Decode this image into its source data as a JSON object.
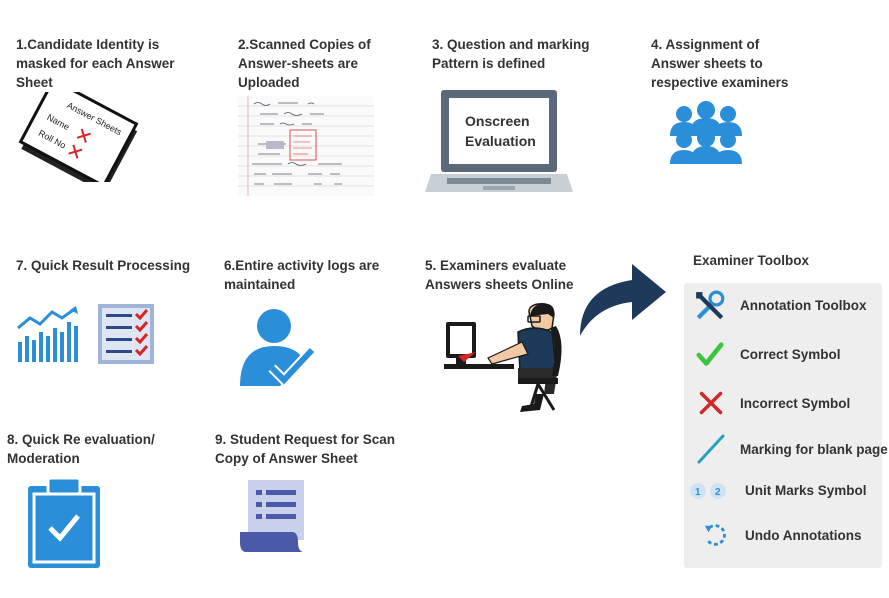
{
  "steps": [
    {
      "id": "s1",
      "text": "1.Candidate Identity is\nmasked for each Answer\nSheet"
    },
    {
      "id": "s2",
      "text": "2.Scanned Copies of\nAnswer-sheets are\nUploaded"
    },
    {
      "id": "s3",
      "text": "3. Question and marking\nPattern is defined"
    },
    {
      "id": "s4",
      "text": "4. Assignment of\nAnswer sheets  to\nrespective examiners"
    },
    {
      "id": "s5",
      "text": "5. Examiners  evaluate\nAnswers sheets Online"
    },
    {
      "id": "s6",
      "text": "6.Entire activity logs are\nmaintained"
    },
    {
      "id": "s7",
      "text": "7. Quick Result Processing"
    },
    {
      "id": "s8",
      "text": "8. Quick Re evaluation/\nModeration"
    },
    {
      "id": "s9",
      "text": "9. Student Request for Scan\nCopy of Answer Sheet"
    }
  ],
  "answer_sheet_icon": {
    "title": "Answer Sheets",
    "name_label": "Name",
    "roll_label": "Roll No"
  },
  "laptop_screen": {
    "line1": "Onscreen",
    "line2": "Evaluation"
  },
  "toolbox": {
    "title": "Examiner Toolbox",
    "items": [
      {
        "label": "Annotation Toolbox",
        "icon": "tools-icon"
      },
      {
        "label": "Correct Symbol",
        "icon": "check-icon"
      },
      {
        "label": "Incorrect Symbol",
        "icon": "cross-icon"
      },
      {
        "label": "Marking for blank page",
        "icon": "slash-icon"
      },
      {
        "label": "Unit Marks Symbol",
        "icon": "unit-marks-icon",
        "badges": [
          "1",
          "2"
        ]
      },
      {
        "label": "Undo Annotations",
        "icon": "undo-icon"
      }
    ]
  },
  "colors": {
    "accent": "#2a8fd8",
    "dark_blue": "#1d3a5a",
    "green": "#3ec43e",
    "red": "#d62525",
    "teal": "#2aa0c0"
  }
}
